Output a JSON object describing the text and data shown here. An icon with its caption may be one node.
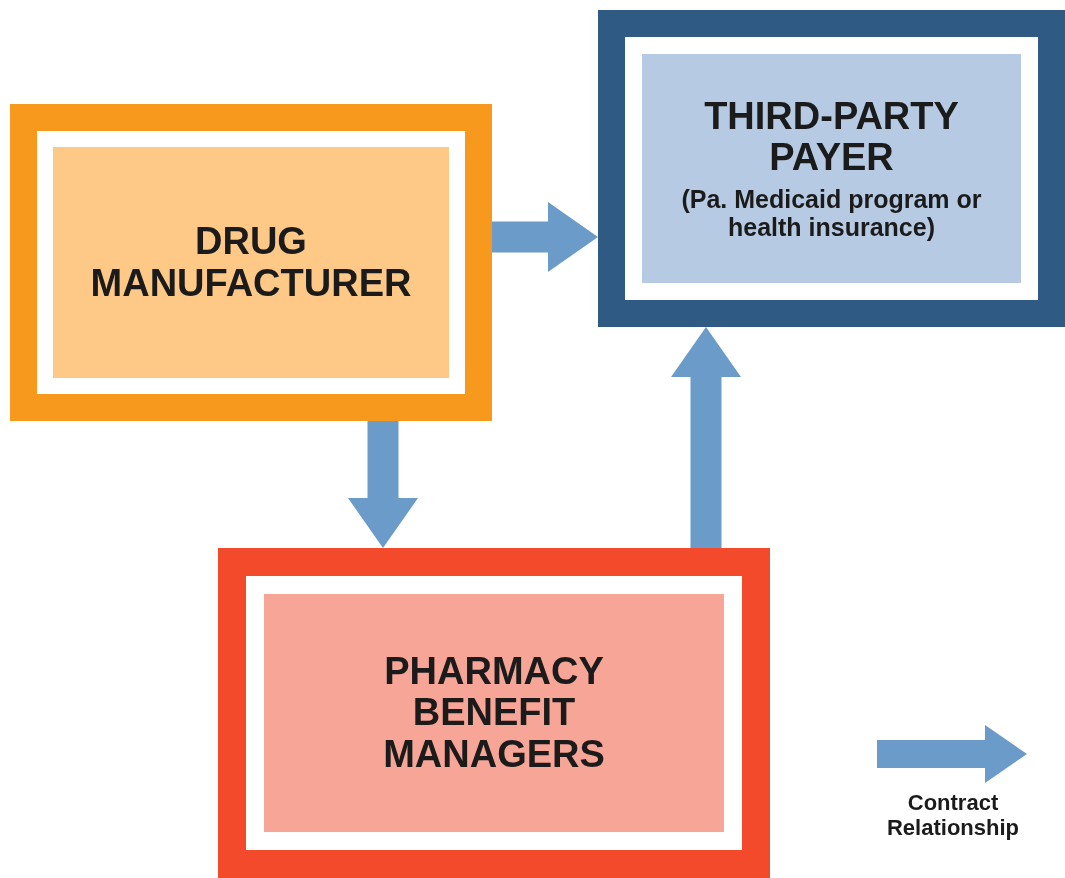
{
  "diagram": {
    "nodes": [
      {
        "text": [
          "DRUG MANUFACTURER"
        ]
      },
      {
        "text": [
          "THIRD-PARTY PAYER",
          "(Pa. Medicaid program or health insurance)"
        ]
      },
      {
        "text": [
          "PHARMACY BENEFIT MANAGERS"
        ]
      }
    ],
    "edges": [
      {
        "from": 0,
        "to": 1,
        "arrow": "to"
      },
      {
        "from": 0,
        "to": 2,
        "arrow": "to"
      },
      {
        "from": 2,
        "to": 1,
        "arrow": "to"
      }
    ],
    "legend": [
      {
        "text": "Contract Relationship"
      }
    ]
  }
}
